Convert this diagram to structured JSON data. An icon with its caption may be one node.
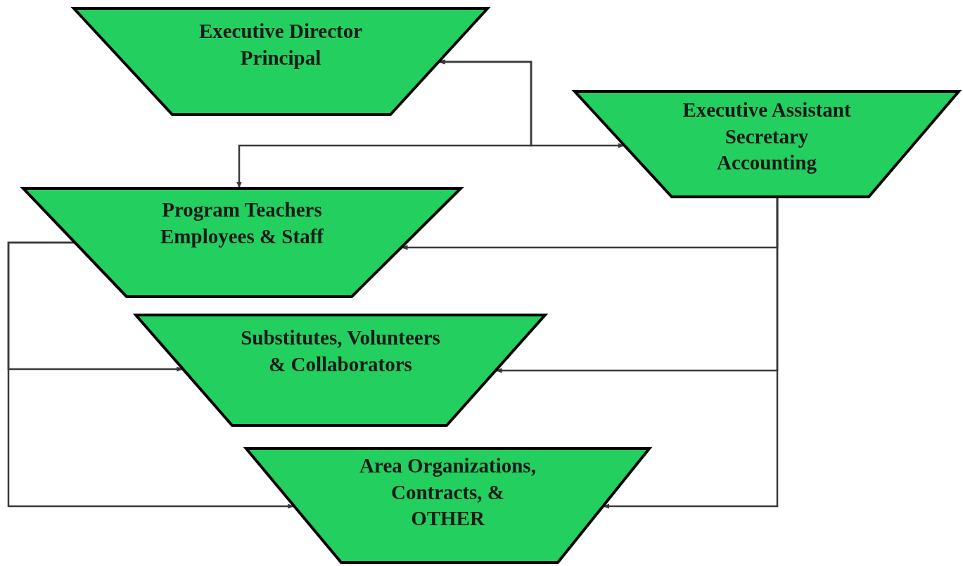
{
  "diagram": {
    "nodes": [
      {
        "text": [
          "Executive Director Principal"
        ]
      },
      {
        "text": [
          "Executive Assistant Secretary Accounting"
        ]
      },
      {
        "text": [
          "Program Teachers Employees & Staff"
        ]
      },
      {
        "text": [
          "Substitutes, Volunteers & Collaborators"
        ]
      },
      {
        "text": [
          "Area Organizations, Contracts, & OTHER"
        ]
      }
    ],
    "edges": [
      {
        "from": 0,
        "to": 1,
        "arrow": "both"
      },
      {
        "from": 0,
        "to": 2,
        "arrow": "both"
      },
      {
        "from": 1,
        "to": 2,
        "arrow": "to"
      },
      {
        "from": 1,
        "to": 3,
        "arrow": "to"
      },
      {
        "from": 1,
        "to": 4,
        "arrow": "to"
      },
      {
        "from": 2,
        "to": 3,
        "arrow": "to"
      },
      {
        "from": 2,
        "to": 4,
        "arrow": "to"
      }
    ]
  }
}
